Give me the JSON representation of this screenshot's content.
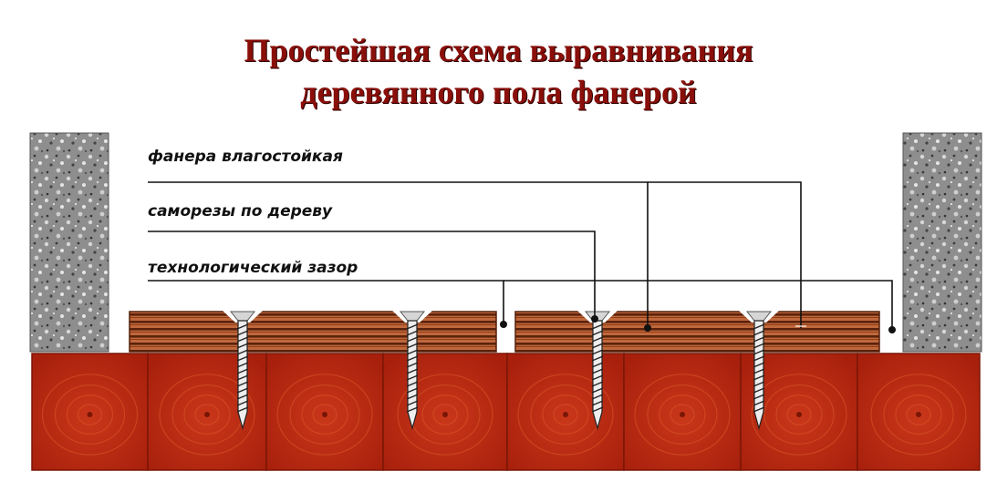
{
  "title": {
    "line1": "Простейшая схема выравнивания",
    "line2": "деревянного пола фанерой",
    "color": "#8a0f0a"
  },
  "labels": {
    "plywood": "фанера влагостойкая",
    "screws": "саморезы по дереву",
    "gap": "технологический зазор"
  },
  "colors": {
    "wood": "#b8280e",
    "ring": "#d85a28",
    "plywood_light": "#c0683c",
    "plywood_dark": "#55200a",
    "concrete": "#8e8e8e",
    "screw": "#d6d6d6",
    "leader": "#111111"
  }
}
